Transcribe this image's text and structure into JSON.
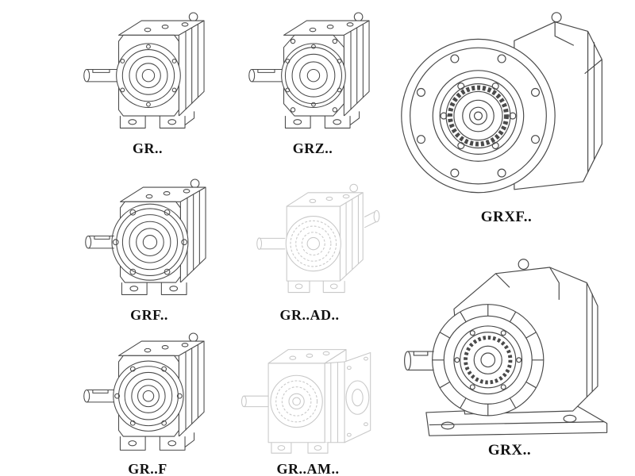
{
  "page": {
    "kind": "gear-reducer-catalog-sheet",
    "background": "#ffffff"
  },
  "colors": {
    "line": "#4a4a4a",
    "faint_line": "#c8c8c8",
    "label": "#111111"
  },
  "units": [
    {
      "id": "gr",
      "label": "GR..",
      "style": "solid",
      "description": "foot-mounted helical gear unit"
    },
    {
      "id": "grz",
      "label": "GRZ..",
      "style": "solid",
      "description": "foot-mounted helical gear unit, reinforced housing"
    },
    {
      "id": "grxf",
      "label": "GRXF..",
      "style": "solid",
      "description": "flange-mounted helical gear unit, large flange"
    },
    {
      "id": "grf",
      "label": "GRF..",
      "style": "solid",
      "description": "flange + foot mounted helical gear unit"
    },
    {
      "id": "grad",
      "label": "GR..AD..",
      "style": "faint",
      "description": "helical gear unit with input adapter (ghosted drawing)"
    },
    {
      "id": "grff",
      "label": "GR..F",
      "style": "solid",
      "description": "foot/flange helical gear unit"
    },
    {
      "id": "gram",
      "label": "GR..AM..",
      "style": "faint",
      "description": "helical gear unit with motor flange adapter (ghosted drawing)"
    },
    {
      "id": "grx",
      "label": "GRX..",
      "style": "solid",
      "description": "large foot-mounted helical gear unit with ribbed housing"
    }
  ]
}
